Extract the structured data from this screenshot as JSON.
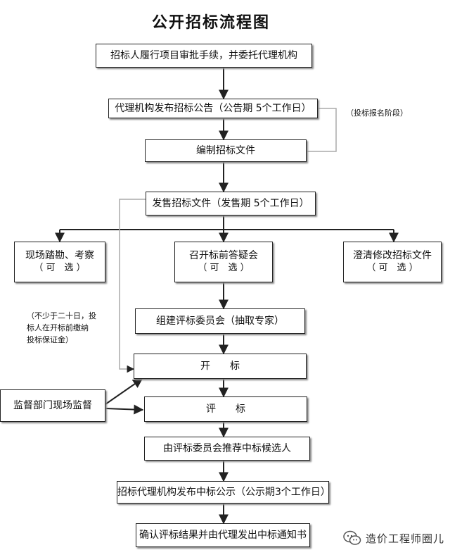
{
  "title": "公开招标流程图",
  "nodes": {
    "n1": "招标人履行项目审批手续，并委托代理机构",
    "n2": "代理机构发布招标公告（公告期 5个工作日）",
    "n3": "编制招标文件",
    "n4": "发售招标文件（发售期 5个工作日）",
    "n5a": "现场踏勘、考察",
    "n5a_sub": "（ 可　选 ）",
    "n5b": "召开标前答疑会",
    "n5b_sub": "（ 可　选 ）",
    "n5c": "澄清修改招标文件",
    "n5c_sub": "（ 可　选 ）",
    "n6": "组建评标委员会（抽取专家）",
    "n7": "开　　标",
    "n8": "评　　标",
    "n9": "由评标委员会推荐中标候选人",
    "n10": "招标代理机构发布中标公示（公示期3个工作日）",
    "n11": "确认评标结果并由代理发出中标通知书",
    "supervise": "监督部门现场监督"
  },
  "notes": {
    "bid_stage": "（投标报名阶段）",
    "deposit_line1": "（不少于二十日，投",
    "deposit_line2": "标人在开标前缴纳",
    "deposit_line3": "投标保证金）"
  },
  "watermark": {
    "text": "造价工程师圈儿",
    "icon": "wechat-icon"
  },
  "colors": {
    "line": "#222222",
    "feedback_line": "#aaaaaa",
    "box_shadow": "#8a8a8a"
  }
}
